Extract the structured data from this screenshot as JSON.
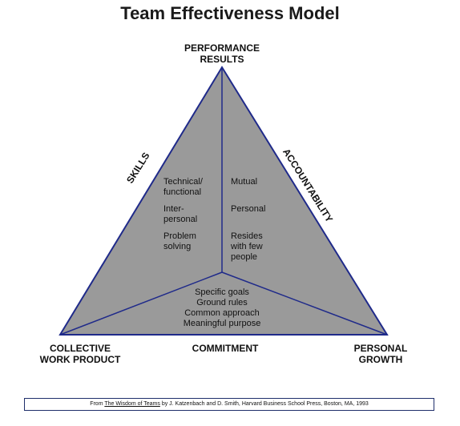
{
  "title": "Team Effectiveness Model",
  "vertices": {
    "top": "PERFORMANCE\nRESULTS",
    "bottom_left": "COLLECTIVE\nWORK PRODUCT",
    "bottom_right": "PERSONAL\nGROWTH"
  },
  "sides": {
    "left": "SKILLS",
    "right": "ACCOUNTABILITY",
    "bottom": "COMMITMENT"
  },
  "skills_items": [
    "Technical/\nfunctional",
    "Inter-\npersonal",
    "Problem\nsolving"
  ],
  "accountability_items": [
    "Mutual",
    "Personal",
    "Resides\nwith few\npeople"
  ],
  "commitment_items": [
    "Specific goals",
    "Ground rules",
    "Common approach",
    "Meaningful purpose"
  ],
  "citation": {
    "prefix": "From ",
    "book": "The Wisdom of Teams",
    "suffix": " by J. Katzenbach and D. Smith, Harvard Business School Press, Boston, MA, 1993"
  },
  "colors": {
    "triangle_fill": "#9a9a9a",
    "triangle_stroke": "#1f2a8a"
  }
}
